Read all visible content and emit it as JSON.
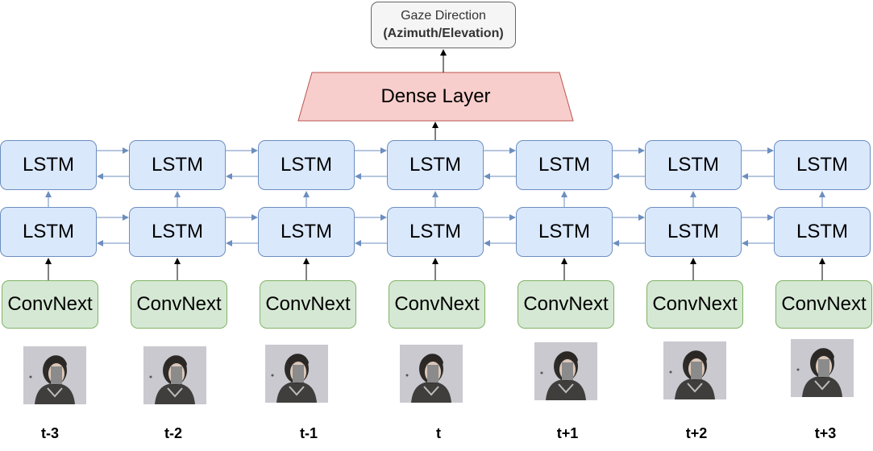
{
  "output": {
    "line1": "Gaze Direction",
    "line2": "(Azimuth/Elevation)"
  },
  "dense_layer": "Dense Layer",
  "timesteps": [
    {
      "label": "t-3",
      "upper_lstm": "LSTM",
      "lower_lstm": "LSTM",
      "encoder": "ConvNext"
    },
    {
      "label": "t-2",
      "upper_lstm": "LSTM",
      "lower_lstm": "LSTM",
      "encoder": "ConvNext"
    },
    {
      "label": "t-1",
      "upper_lstm": "LSTM",
      "lower_lstm": "LSTM",
      "encoder": "ConvNext"
    },
    {
      "label": "t",
      "upper_lstm": "LSTM",
      "lower_lstm": "LSTM",
      "encoder": "ConvNext"
    },
    {
      "label": "t+1",
      "upper_lstm": "LSTM",
      "lower_lstm": "LSTM",
      "encoder": "ConvNext"
    },
    {
      "label": "t+2",
      "upper_lstm": "LSTM",
      "lower_lstm": "LSTM",
      "encoder": "ConvNext"
    },
    {
      "label": "t+3",
      "upper_lstm": "LSTM",
      "lower_lstm": "LSTM",
      "encoder": "ConvNext"
    }
  ],
  "colors": {
    "lstm_fill": "#dae8fc",
    "lstm_stroke": "#6c8ebf",
    "encoder_fill": "#d5e8d4",
    "encoder_stroke": "#82b366",
    "dense_fill": "#f8cecc",
    "dense_stroke": "#b85450",
    "output_fill": "#f5f5f5",
    "output_stroke": "#666666"
  }
}
